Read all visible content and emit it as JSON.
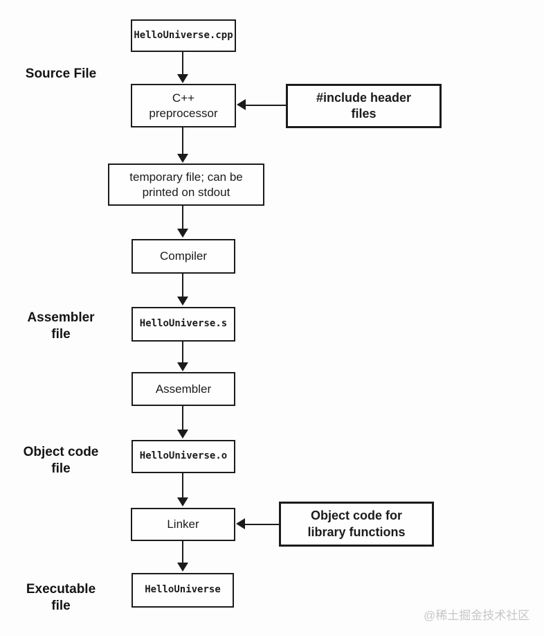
{
  "flowchart": {
    "main_nodes": {
      "source_file": "HelloUniverse.cpp",
      "preprocessor": "C++\npreprocessor",
      "temp_file": "temporary file; can be\nprinted on stdout",
      "compiler": "Compiler",
      "assembly_file": "HelloUniverse.s",
      "assembler": "Assembler",
      "object_file": "HelloUniverse.o",
      "linker": "Linker",
      "executable": "HelloUniverse"
    },
    "input_nodes": {
      "headers": "#include header\nfiles",
      "libraries": "Object code for\nlibrary functions"
    },
    "stage_labels": {
      "source": "Source File",
      "assembler": "Assembler\nfile",
      "object_code": "Object code\nfile",
      "executable": "Executable\nfile"
    },
    "colors": {
      "line": "#1b1b1b",
      "background": "#fdfdfd",
      "watermark": "#c8c6c6"
    },
    "watermark": "@稀土掘金技术社区"
  }
}
